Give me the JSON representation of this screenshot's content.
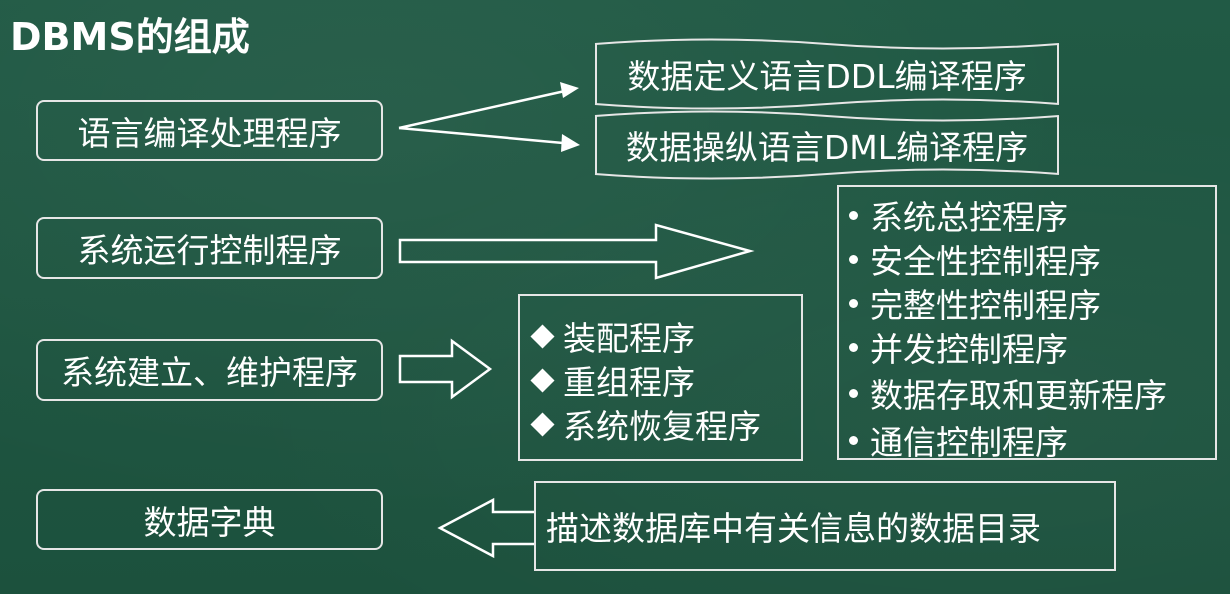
{
  "title": "DBMS的组成",
  "components": [
    {
      "label": "语言编译处理程序"
    },
    {
      "label": "系统运行控制程序"
    },
    {
      "label": "系统建立、维护程序"
    },
    {
      "label": "数据字典"
    }
  ],
  "language_compilers": [
    {
      "label": "数据定义语言DDL编译程序"
    },
    {
      "label": "数据操纵语言DML编译程序"
    }
  ],
  "runtime_control_items": [
    "系统总控程序",
    "安全性控制程序",
    "完整性控制程序",
    "并发控制程序",
    "数据存取和更新程序",
    "通信控制程序"
  ],
  "maintenance_items": [
    "装配程序",
    "重组程序",
    "系统恢复程序"
  ],
  "dictionary_description": "描述数据库中有关信息的数据目录"
}
